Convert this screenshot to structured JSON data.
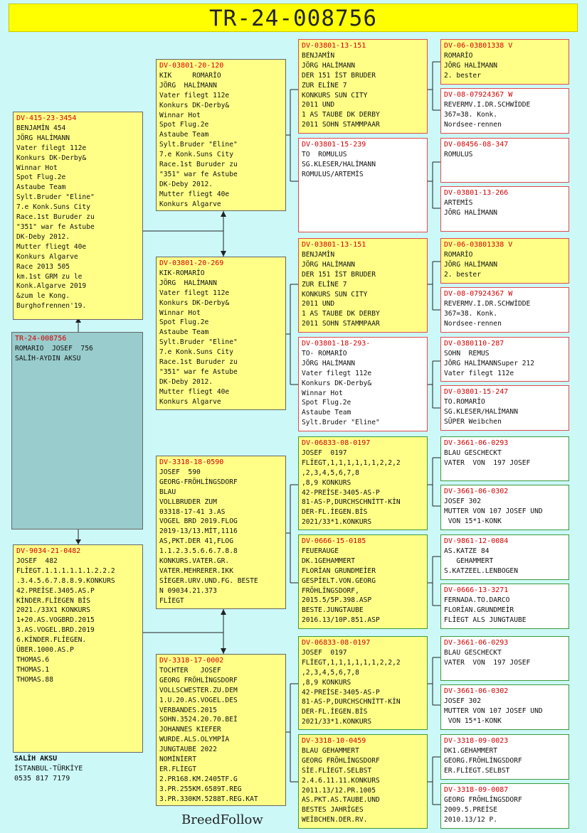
{
  "title": "TR-24-008756",
  "owner": {
    "name": "SALİH AKSU",
    "city": "İSTANBUL-TÜRKİYE",
    "phone": "0535 817 7179"
  },
  "brand": "BreedFollow",
  "colors": {
    "red_border": "#e24a4a",
    "green_border": "#3c9a3c",
    "highlight": "#ffff88",
    "subject": "#99cccc",
    "background": "#ccf8f8"
  },
  "subject": {
    "id": "TR-24-008756",
    "lines": [
      "ROMARIO  JOSEF  756",
      "SALİH-AYDIN AKSU"
    ]
  },
  "gen1": {
    "sire": {
      "id": "DV-415-23-3454",
      "lines": [
        "BENJAMİN 454",
        "JÖRG HALİMANN",
        "Vater filegt 112e",
        "Konkurs DK-Derby&",
        "Winnar Hot",
        "Spot Flug.2e",
        "Astaube Team",
        "Sylt.Bruder \"Eline\"",
        "7.e Konk.Suns City",
        "Race.1st Buruder zu",
        "\"351\" war fe Astube",
        "DK-Deby 2012.",
        "Mutter fliegt 40e",
        "Konkurs Algarve",
        "Race 2013 505",
        "km.1st GRM zu le",
        "Konk.Algarve 2019",
        "&zum le Kong.",
        "Burghofrennen'19."
      ]
    },
    "dam": {
      "id": "DV-9034-21-0482",
      "lines": [
        "JOSEF  482",
        "FLİEGT.1.1.1.1.1.1.2.2.2",
        ".3.4.5.6.7.8.8.9.KONKURS",
        "42.PREİSE.3405.AS.P",
        "KİNDER.FLİEGEN BİS",
        "2021./33X1 KONKURS",
        "1+20.AS.VOGBRD.2015",
        "3.AS.VOGEL.BRD.2019",
        "6.KİNDER.FLİEGEN.",
        "ÜBER.1000.AS.P",
        "THOMAS.6",
        "THOMAS.1",
        "THOMAS.88"
      ]
    }
  },
  "gen2": [
    {
      "id": "DV-03801-20-120",
      "lines": [
        "KIK     ROMARİO",
        "JÖRG  HALİMANN",
        "Vater filegt 112e",
        "Konkurs DK-Derby&",
        "Winnar Hot",
        "Spot Flug.2e",
        "Astaube Team",
        "Sylt.Bruder \"Eline\"",
        "7.e Konk.Suns City",
        "Race.1st Buruder zu",
        "\"351\" war fe Astube",
        "DK-Deby 2012.",
        "Mutter fliegt 40e",
        "Konkurs Algarve"
      ]
    },
    {
      "id": "DV-03801-20-269",
      "lines": [
        "KIK-ROMARİO",
        "JÖRG  HALİMANN",
        "Vater filegt 112e",
        "Konkurs DK-Derby&",
        "Winnar Hot",
        "Spot Flug.2e",
        "Astaube Team",
        "Sylt.Bruder \"Eline\"",
        "7.e Konk.Suns City",
        "Race.1st Buruder zu",
        "\"351\" war fe Astube",
        "DK-Deby 2012.",
        "Mutter fliegt 40e",
        "Konkurs Algarve"
      ]
    },
    {
      "id": "DV-3318-18-0590",
      "lines": [
        "JOSEF  590",
        "GEORG-FRÖHLİNGSDORF",
        "BLAU",
        "VOLLBRUDER ZUM",
        "03318-17-41 3.AS",
        "VOGEL BRD 2019.FLOG",
        "2019-13/13.MİT,1116",
        "AS,PKT.DER 41,FLOG",
        "1.1.2.3.5.6.6.7.8.8",
        "KONKURS.VATER.GR.",
        "VATER.MEHRERER.IKK",
        "SİEGER.URV.UND.FG. BESTE",
        "N 09034.21.373",
        "FLİEGT"
      ]
    },
    {
      "id": "DV-3318-17-0002",
      "lines": [
        "TOCHTER   JOSEF",
        "GEORG FRÖHLİNGSDORF",
        "VOLLSCWESTER.ZU.DEM",
        "1.U.20.AS.VOGEL.DES",
        "VERBANDES.2015",
        "SOHN.3524.20.70.BEİ",
        "JOHANNES KIEFER",
        "WURDE.ALS.OLYMPİA",
        "JUNGTAUBE 2022",
        "NOMİNİERT",
        "ER.FLİEGT",
        "2.PR168.KM.2405TF.G",
        "3.PR.255KM.6589T.REG",
        "3.PR.330KM.5288T.REG.KAT"
      ]
    }
  ],
  "gen3": [
    {
      "id": "DV-03801-13-151",
      "lines": [
        "BENJAMİN",
        "JÖRG HALİMANN",
        "DER 151 İST BRUDER",
        "ZUR ELİNE 7",
        "KONKURS SUN CITY",
        "2011 UND",
        "1 AS TAUBE DK DERBY",
        "2011 SOHN STAMMPAAR"
      ]
    },
    {
      "id": "DV-03801-15-239",
      "lines": [
        "TO  ROMULUS",
        "SG.KLESER/HALİMANN",
        "ROMULUS/ARTEMİS"
      ]
    },
    {
      "id": "DV-03801-13-151",
      "lines": [
        "BENJAMİN",
        "JÖRG HALİMANN",
        "DER 151 İST BRUDER",
        "ZUR ELİNE 7",
        "KONKURS SUN CITY",
        "2011 UND",
        "1 AS TAUBE DK DERBY",
        "2011 SOHN STAMMPAAR"
      ]
    },
    {
      "id": "DV-03801-18-293-",
      "lines": [
        "TO- ROMARİO",
        "JÖRG HALİMANN",
        "Vater filegt 112e",
        "Konkurs DK-Derby&",
        "Winnar Hot",
        "Spot Flug.2e",
        "Astaube Team",
        "Sylt.Bruder \"Eline\""
      ]
    },
    {
      "id": "DV-06833-08-0197",
      "lines": [
        "JOSEF  0197",
        "FLİEGT,1,1,1,1,1,1,2,2,2",
        ",2,3,4,5,6,7,8",
        ",8,9 KONKURS",
        "42-PREİSE-3405-AS-P",
        "81-AS-P,DURCHSCHNİTT-KİN",
        "DER-FL.İEGEN.BİS",
        "2021/33*1.KONKURS"
      ]
    },
    {
      "id": "DV-0666-15-0185",
      "lines": [
        "FEUERAUGE",
        "DK.1GEHAMMERT",
        "FLORİAN GRUNDMEİER",
        "GESPİELT.VON.GEORG",
        "FRÖHLİNGSDORF,",
        "2015.5/5P.398.ASP",
        "BESTE.JUNGTAUBE",
        "2016.13/10P.851.ASP"
      ]
    },
    {
      "id": "DV-06833-08-0197",
      "lines": [
        "JOSEF  0197",
        "FLİEGT,1,1,1,1,1,1,2,2,2",
        ",2,3,4,5,6,7,8",
        ",8,9 KONKURS",
        "42-PREİSE-3405-AS-P",
        "81-AS-P,DURCHSCHNİTT-KİN",
        "DER-FL.İEGEN.BİS",
        "2021/33*1.KONKURS"
      ]
    },
    {
      "id": "DV-3318-10-0459",
      "lines": [
        "BLAU GEHAMMERT",
        "GEORG FRÖHLİNGSDORF",
        "SİE.FLİEGT.SELBST",
        "2.4.6.11.11.KONKURS",
        "2011.13/12.PR.1005",
        "AS.PKT.AS.TAUBE.UND",
        "BESTES JAHRİGES",
        "WEİBCHEN.DER.RV."
      ]
    }
  ],
  "gen4": [
    {
      "id": "DV-06-03801338 V",
      "lines": [
        "ROMARİO",
        "JÖRG HALİMANN",
        "2. bester"
      ]
    },
    {
      "id": "DV-08-07924367 W",
      "lines": [
        "REVERMV.I.DR.SCHWİDDE",
        "367=38. Konk.",
        "Nordsee-rennen"
      ]
    },
    {
      "id": "DV-08456-08-347",
      "lines": [
        "ROMULUS"
      ]
    },
    {
      "id": "DV-03801-13-266",
      "lines": [
        "ARTEMİS",
        "JÖRG HALİMANN"
      ]
    },
    {
      "id": "DV-06-03801338 V",
      "lines": [
        "ROMARİO",
        "JÖRG HALİMANN",
        "2. bester"
      ]
    },
    {
      "id": "DV-08-07924367 W",
      "lines": [
        "REVERMV.I.DR.SCHWİDDE",
        "367=38. Konk.",
        "Nordsee-rennen"
      ]
    },
    {
      "id": "DV-0380110-287",
      "lines": [
        "SOHN  REMUS",
        "JÖRG HALİMANNSuper 212",
        "Vater filegt 112e"
      ]
    },
    {
      "id": "DV-03801-15-247",
      "lines": [
        "TO.ROMARİO",
        "SG.KLESER/HALİMANN",
        "SÜPER Weibchen"
      ]
    },
    {
      "id": "DV-3661-06-0293",
      "lines": [
        "BLAU GESCHECKT",
        "VATER  VON  197 JOSEF"
      ]
    },
    {
      "id": "DV-3661-06-0302",
      "lines": [
        "JOSEF 302",
        "MUTTER VON 107 JOSEF UND",
        " VON 15*1-KONK"
      ]
    },
    {
      "id": "DV-9861-12-0084",
      "lines": [
        "AS.KATZE 84",
        "   GEHAMMERT",
        "S.KATZEEL.LENBOGEN"
      ]
    },
    {
      "id": "DV-0666-13-3271",
      "lines": [
        "FERNADA.TO.DARCO",
        "FLORİAN.GRUNDMEİR",
        "FLİEGT ALS JUNGTAUBE"
      ]
    },
    {
      "id": "DV-3661-06-0293",
      "lines": [
        "BLAU GESCHECKT",
        "VATER  VON  197 JOSEF"
      ]
    },
    {
      "id": "DV-3661-06-0302",
      "lines": [
        "JOSEF 302",
        "MUTTER VON 107 JOSEF UND",
        " VON 15*1-KONK"
      ]
    },
    {
      "id": "DV-3318-09-0023",
      "lines": [
        "DK1.GEHAMMERT",
        "GEORG.FRÖHLİNGSDORF",
        "ER.FLİEGT.SELBST"
      ]
    },
    {
      "id": "DV-3318-09-0087",
      "lines": [
        "GEORG FRÖHLİNGSDORF",
        "2009.5.PREİSE",
        "2010.13/12 P."
      ]
    }
  ]
}
